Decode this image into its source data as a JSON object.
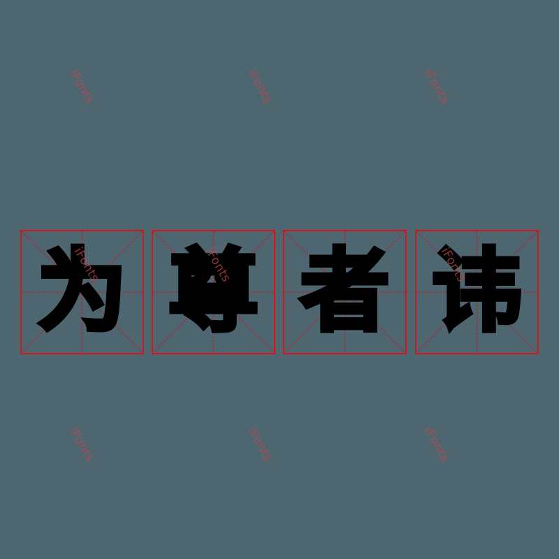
{
  "watermark": "iFonts",
  "characters": [
    "为",
    "尊",
    "者",
    "讳"
  ],
  "colors": {
    "background": "#4e6670",
    "grid_red": "#d2161e",
    "glyph": "#000000",
    "watermark": "#c0464a"
  }
}
